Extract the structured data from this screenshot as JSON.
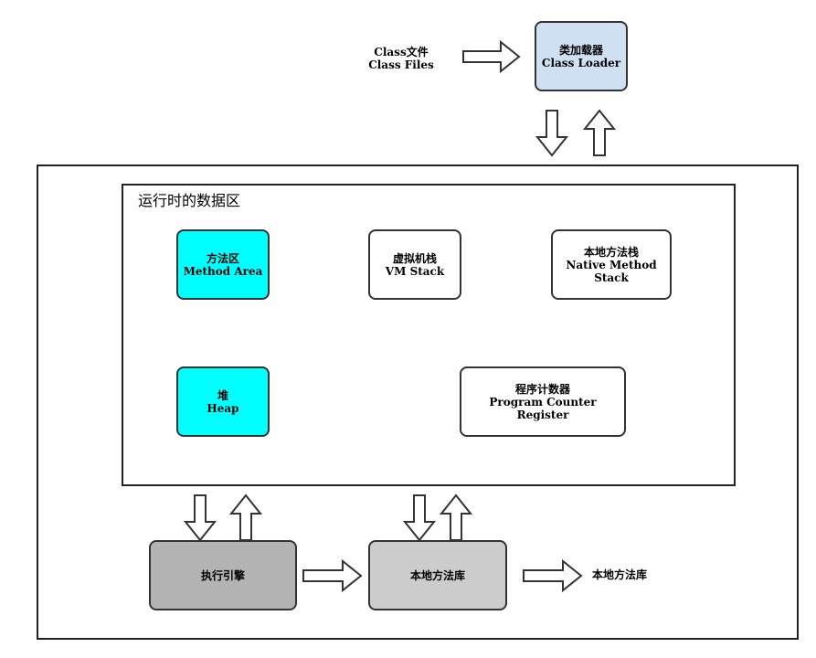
{
  "class_files": {
    "line1": "Class文件",
    "line2": "Class Files"
  },
  "class_loader": {
    "line1": "类加载器",
    "line2": "Class Loader",
    "fill": "#cfe0f3"
  },
  "runtime_area": {
    "title": "运行时的数据区"
  },
  "method_area": {
    "line1": "方法区",
    "line2": "Method Area",
    "fill": "#00ffff"
  },
  "vm_stack": {
    "line1": "虚拟机栈",
    "line2": "VM Stack",
    "fill": "#ffffff"
  },
  "native_method_stack": {
    "line1": "本地方法栈",
    "line2": "Native Method Stack",
    "fill": "#ffffff"
  },
  "heap": {
    "line1": "堆",
    "line2": "Heap",
    "fill": "#00ffff"
  },
  "program_counter": {
    "line1": "程序计数器",
    "line2": "Program Counter Register",
    "fill": "#ffffff"
  },
  "execution_engine": {
    "label": "执行引擎",
    "fill": "#b3b3b3"
  },
  "native_interface": {
    "label": "本地方法库",
    "fill": "#cccccc"
  },
  "native_library": {
    "label": "本地方法库"
  }
}
